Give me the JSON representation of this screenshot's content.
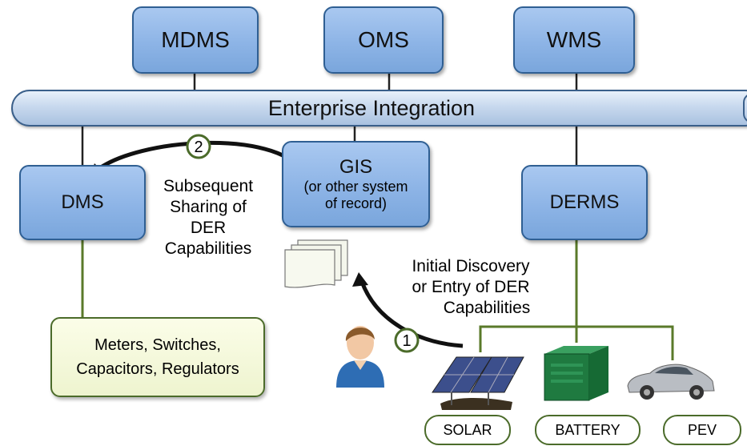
{
  "systems": {
    "mdms": "MDMS",
    "oms": "OMS",
    "wms": "WMS",
    "dms": "DMS",
    "derms": "DERMS",
    "gis_title": "GIS",
    "gis_sub1": "(or other system",
    "gis_sub2": "of record)"
  },
  "bus": {
    "label": "Enterprise Integration"
  },
  "annotations": {
    "subsequent": [
      "Subsequent",
      "Sharing of",
      "DER",
      "Capabilities"
    ],
    "initial": [
      "Initial Discovery",
      "or Entry of DER",
      "Capabilities"
    ],
    "step1": "1",
    "step2": "2"
  },
  "devices": {
    "line1": "Meters, Switches,",
    "line2": "Capacitors, Regulators"
  },
  "der_labels": {
    "solar": "SOLAR",
    "battery": "BATTERY",
    "pev": "PEV"
  },
  "colors": {
    "box_fill": "#8db4e6",
    "box_border": "#2f5f93",
    "der_line": "#5a7a2a",
    "bus_fill": "#c8d9ee"
  }
}
